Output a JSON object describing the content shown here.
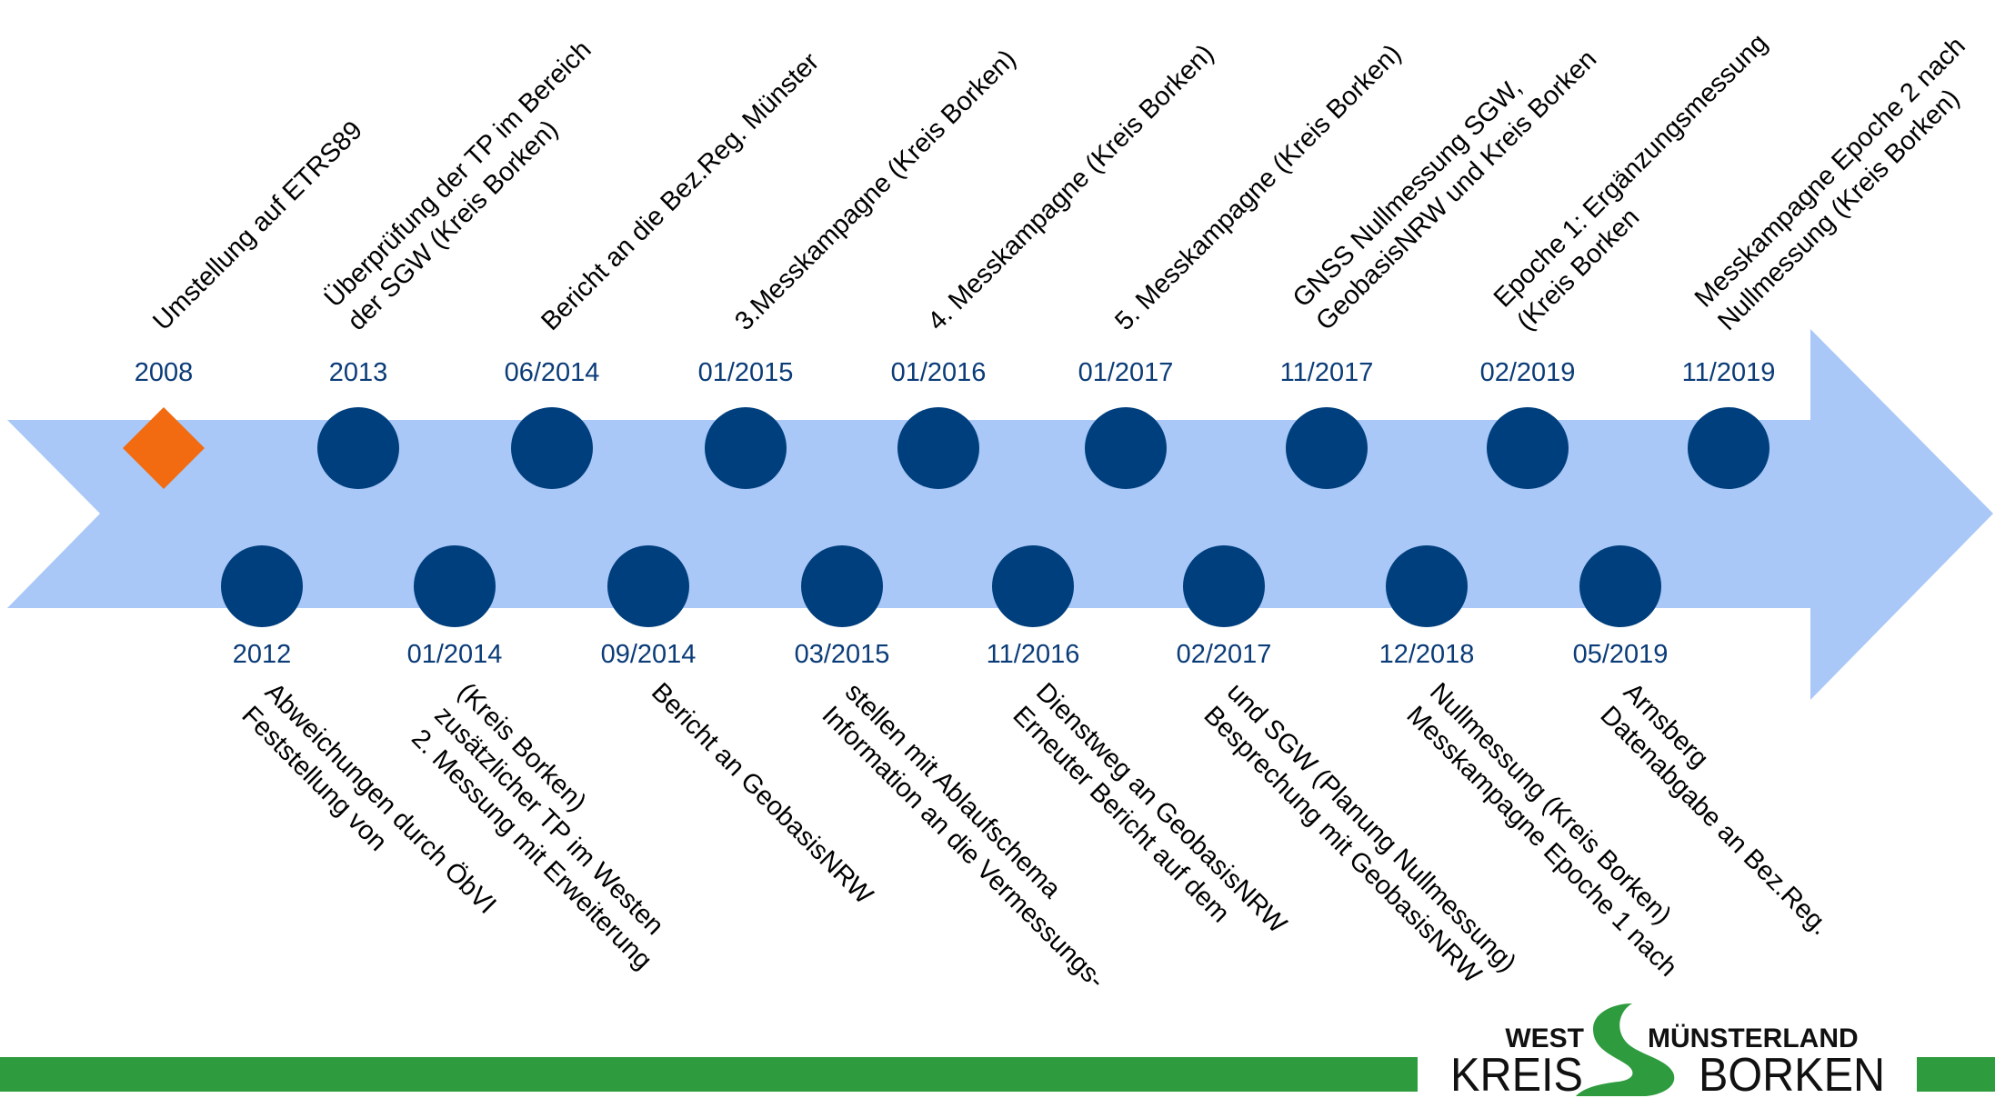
{
  "colors": {
    "arrow": "#a9c8f7",
    "marker": "#003f7d",
    "start_marker": "#f26b10",
    "date_text": "#0b3c78",
    "bar_green": "#2e9b3e"
  },
  "start_marker_icon": "diamond",
  "milestones_top": [
    {
      "date": "2008",
      "lines": [
        "Umstellung auf ETRS89"
      ]
    },
    {
      "date": "2013",
      "lines": [
        "Überprüfung der TP im Bereich",
        "der SGW (Kreis Borken)"
      ]
    },
    {
      "date": "06/2014",
      "lines": [
        "Bericht an die Bez.Reg. Münster"
      ]
    },
    {
      "date": "01/2015",
      "lines": [
        "3.Messkampagne (Kreis Borken)"
      ]
    },
    {
      "date": "01/2016",
      "lines": [
        "4. Messkampagne (Kreis Borken)"
      ]
    },
    {
      "date": "01/2017",
      "lines": [
        "5. Messkampagne (Kreis Borken)"
      ]
    },
    {
      "date": "11/2017",
      "lines": [
        "GNSS Nullmessung SGW,",
        "GeobasisNRW und Kreis Borken"
      ]
    },
    {
      "date": "02/2019",
      "lines": [
        "Epoche 1: Ergänzungsmessung",
        "(Kreis Borken"
      ]
    },
    {
      "date": "11/2019",
      "lines": [
        "Messkampagne Epoche 2 nach",
        "Nullmessung (Kreis Borken)"
      ]
    }
  ],
  "milestones_bottom": [
    {
      "date": "2012",
      "lines": [
        "Feststellung von",
        "Abweichungen durch ÖbVI"
      ]
    },
    {
      "date": "01/2014",
      "lines": [
        "2. Messung mit Erweiterung",
        "zusätzlicher TP im Westen",
        "(Kreis Borken)"
      ]
    },
    {
      "date": "09/2014",
      "lines": [
        "Bericht an GeobasisNRW"
      ]
    },
    {
      "date": "03/2015",
      "lines": [
        "Information an die Vermessungs-",
        "stellen mit Ablaufschema"
      ]
    },
    {
      "date": "11/2016",
      "lines": [
        "Erneuter Bericht auf dem",
        "Dienstweg an GeobasisNRW"
      ]
    },
    {
      "date": "02/2017",
      "lines": [
        "Besprechung mit GeobasisNRW",
        "und SGW (Planung Nullmessung)"
      ]
    },
    {
      "date": "12/2018",
      "lines": [
        "Messkampagne Epoche 1 nach",
        "Nullmessung (Kreis Borken)"
      ]
    },
    {
      "date": "05/2019",
      "lines": [
        "Datenabgabe an Bez.Reg.",
        "Arnsberg"
      ]
    }
  ],
  "logo": {
    "west": "WEST",
    "muensterland": "MÜNSTERLAND",
    "kreis": "KREIS",
    "borken": "BORKEN"
  }
}
